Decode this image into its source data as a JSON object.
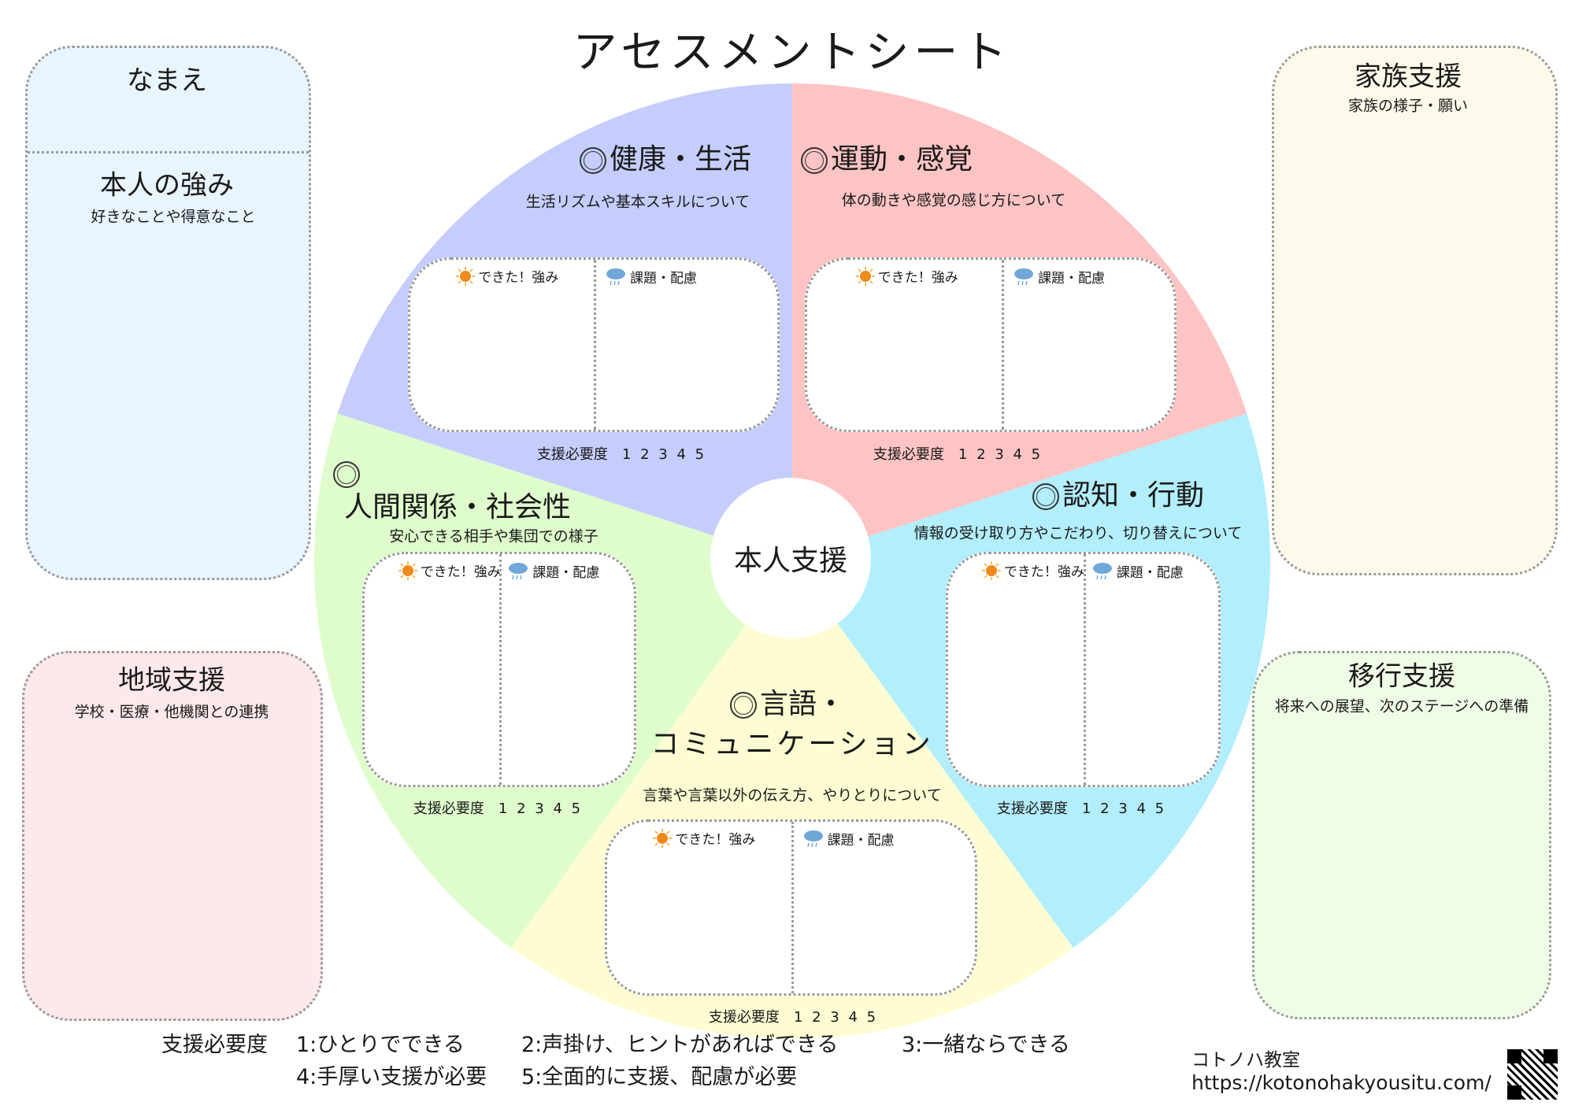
{
  "title": "アセスメントシート",
  "center": "本人支援",
  "name_box": {
    "name_label": "なまえ",
    "strengths_title": "本人の強み",
    "strengths_sub": "好きなことや得意なこと"
  },
  "community": {
    "title": "地域支援",
    "sub": "学校・医療・他機関との連携"
  },
  "family": {
    "title": "家族支援",
    "sub": "家族の様子・願い"
  },
  "transition": {
    "title": "移行支援",
    "sub": "将来への展望、次のステージへの準備"
  },
  "box_labels": {
    "strength": "できた！強み",
    "issue": "課題・配慮"
  },
  "sections": [
    {
      "title": "健康・生活",
      "sub": "生活リズムや基本スキルについて",
      "scale": "支援必要度　1 2 3 4 5",
      "icon": "bed-icon"
    },
    {
      "title": "運動・感覚",
      "sub": "体の動きや感覚の感じ方について",
      "scale": "支援必要度　1 2 3 4 5",
      "icon": "walking-icon"
    },
    {
      "title": "人間関係・社会性",
      "sub": "安心できる相手や集団での様子",
      "scale": "支援必要度　1 2 3 4 5",
      "icon": "handshake-icon"
    },
    {
      "title": "認知・行動",
      "sub": "情報の受け取り方やこだわり、切り替えについて",
      "scale": "支援必要度　1 2 3 4 5",
      "icon": "head-bulb-icon"
    },
    {
      "title_line1": "言語・",
      "title_line2": "コミュニケーション",
      "sub": "言葉や言葉以外の伝え方、やりとりについて",
      "scale": "支援必要度　1 2 3 4 5",
      "icon": "speech-icon"
    }
  ],
  "legend": {
    "label": "支援必要度",
    "items": [
      "1:ひとりでできる",
      "2:声掛け、ヒントがあればできる",
      "3:一緒ならできる",
      "4:手厚い支援が必要",
      "5:全面的に支援、配慮が必要"
    ]
  },
  "footer": {
    "org": "コトノハ教室",
    "url": "https://kotonohakyousitu.com/"
  },
  "colors": {
    "health": "#c5cdfd",
    "motor": "#fec4c4",
    "cognitive": "#b3eefd",
    "language": "#fefcd2",
    "social": "#dffdcc"
  }
}
